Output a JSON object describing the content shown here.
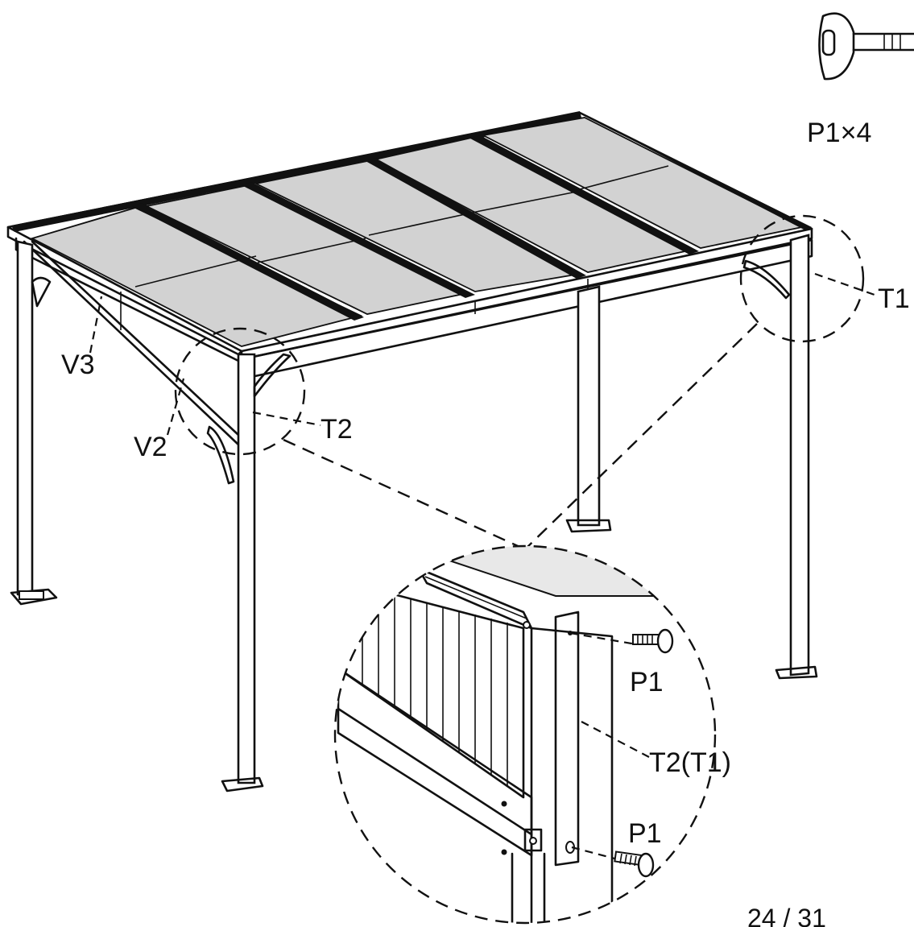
{
  "hardware": {
    "label": "P1×4"
  },
  "callouts": {
    "t1": "T1",
    "t2": "T2",
    "v2": "V2",
    "v3": "V3"
  },
  "detail": {
    "p1_top": "P1",
    "t2_t1": "T2(T1)",
    "p1_bottom": "P1"
  },
  "page": {
    "number": "24 / 31"
  }
}
